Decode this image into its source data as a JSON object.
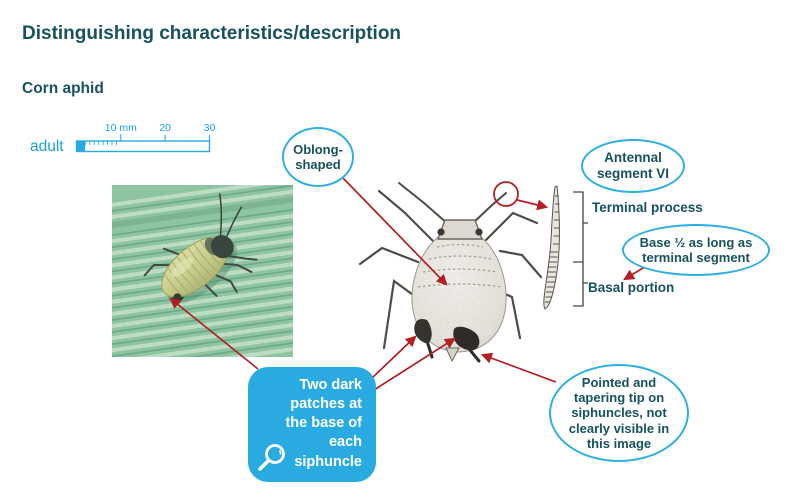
{
  "page": {
    "title": "Distinguishing characteristics/description",
    "subtitle": "Corn aphid"
  },
  "scale": {
    "label": "adult",
    "ticks": [
      "10 mm",
      "20",
      "30"
    ]
  },
  "callouts": {
    "oblong": {
      "text": "Oblong-shaped"
    },
    "antennal_segment": {
      "text": "Antennal segment VI"
    },
    "base_half": {
      "text": "Base ½ as long as terminal segment"
    },
    "pointed_tip": {
      "text": "Pointed and tapering tip on siphuncles, not clearly visible in this image"
    },
    "two_dark_patches": {
      "text": "Two dark patches at the base of each siphuncle",
      "icon": "magnifier-icon"
    }
  },
  "labels": {
    "terminal_process": "Terminal process",
    "basal_portion": "Basal portion"
  },
  "colors": {
    "heading_teal": "#17525e",
    "accent_cyan": "#29abe2",
    "arrow_red": "#b21f24",
    "leaf_green": "#8dc5a1"
  }
}
